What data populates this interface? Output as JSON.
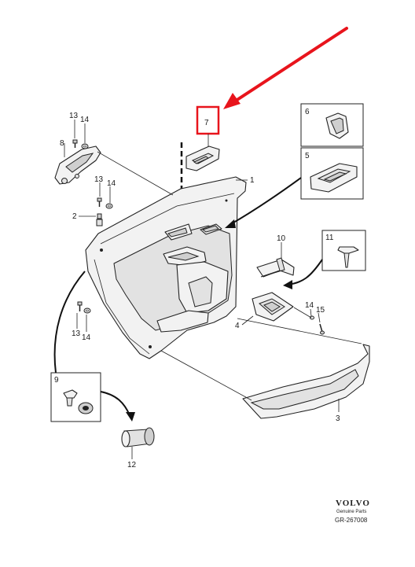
{
  "callouts": {
    "c1": "1",
    "c2": "2",
    "c3": "3",
    "c4": "4",
    "c5": "5",
    "c6": "6",
    "c7": "7",
    "c8": "8",
    "c9": "9",
    "c10": "10",
    "c11": "11",
    "c12": "12",
    "c13a": "13",
    "c14a": "14",
    "c13b": "13",
    "c14b": "14",
    "c13c": "13",
    "c14c": "14",
    "c14d": "14",
    "c15": "15"
  },
  "brand": {
    "name": "VOLVO",
    "tagline": "Genuine Parts",
    "reference": "GR-267008"
  },
  "colors": {
    "highlight": "#e8141c",
    "line": "#222222",
    "part_fill": "#f2f2f2"
  }
}
